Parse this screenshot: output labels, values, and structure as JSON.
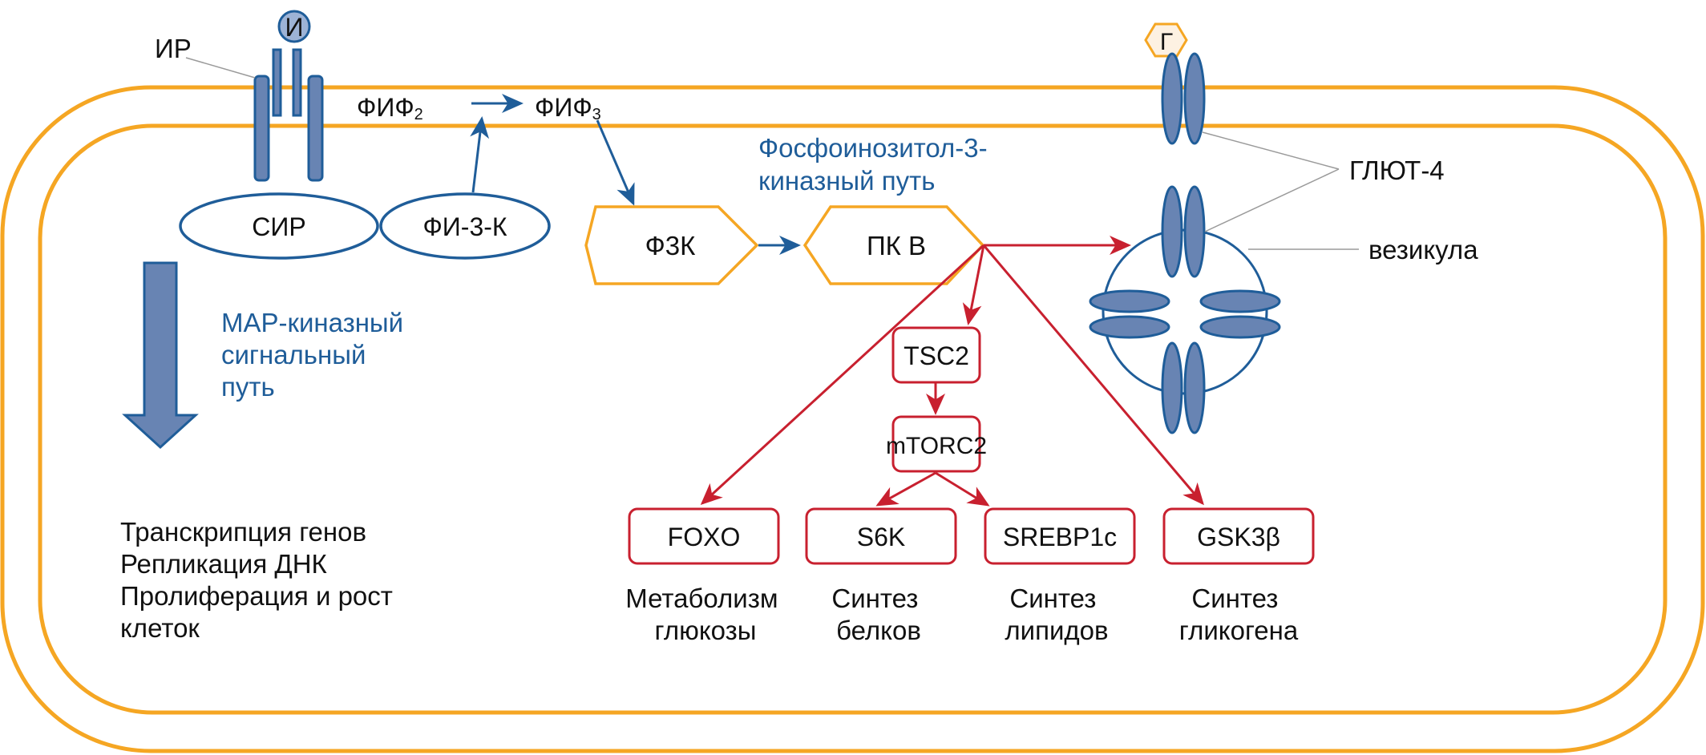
{
  "colors": {
    "membrane": "#f5a623",
    "blue_pathway": "#1f5d99",
    "protein_fill": "#6884b3",
    "red_pathway": "#c8202f",
    "glucose_fill": "#fdf1e2",
    "insulin_fill": "#9db3d6"
  },
  "ligands": {
    "insulin": "И",
    "glucose": "Г"
  },
  "labels": {
    "insulin_receptor": "ИР",
    "pip2_base": "ФИФ",
    "pip2_sub": "2",
    "pip3_base": "ФИФ",
    "pip3_sub": "3",
    "glut4": "ГЛЮТ-4",
    "vesicle": "везикула"
  },
  "nodes": {
    "irs": "СИР",
    "pi3k": "ФИ-3-К",
    "pdk": "Ф3К",
    "pkb": "ПК B",
    "tsc2": "TSC2",
    "mtorc2": "mTORC2",
    "foxo": "FOXO",
    "s6k": "S6K",
    "srebp1c": "SREBP1c",
    "gsk3b": "GSK3β"
  },
  "pathways": {
    "pi3k_pathway": [
      "Фосфоинозитол-3-",
      "киназный путь"
    ],
    "map_pathway": [
      "МАР-киназный",
      "сигнальный",
      "путь"
    ]
  },
  "map_outcomes": [
    "Транскрипция генов",
    "Репликация ДНК",
    "Пролиферация и рост",
    "клеток"
  ],
  "outcomes": {
    "foxo": [
      "Метаболизм",
      "глюкозы"
    ],
    "s6k": [
      "Синтез",
      "белков"
    ],
    "srebp1c": [
      "Синтез",
      "липидов"
    ],
    "gsk3b": [
      "Синтез",
      "гликогена"
    ]
  }
}
